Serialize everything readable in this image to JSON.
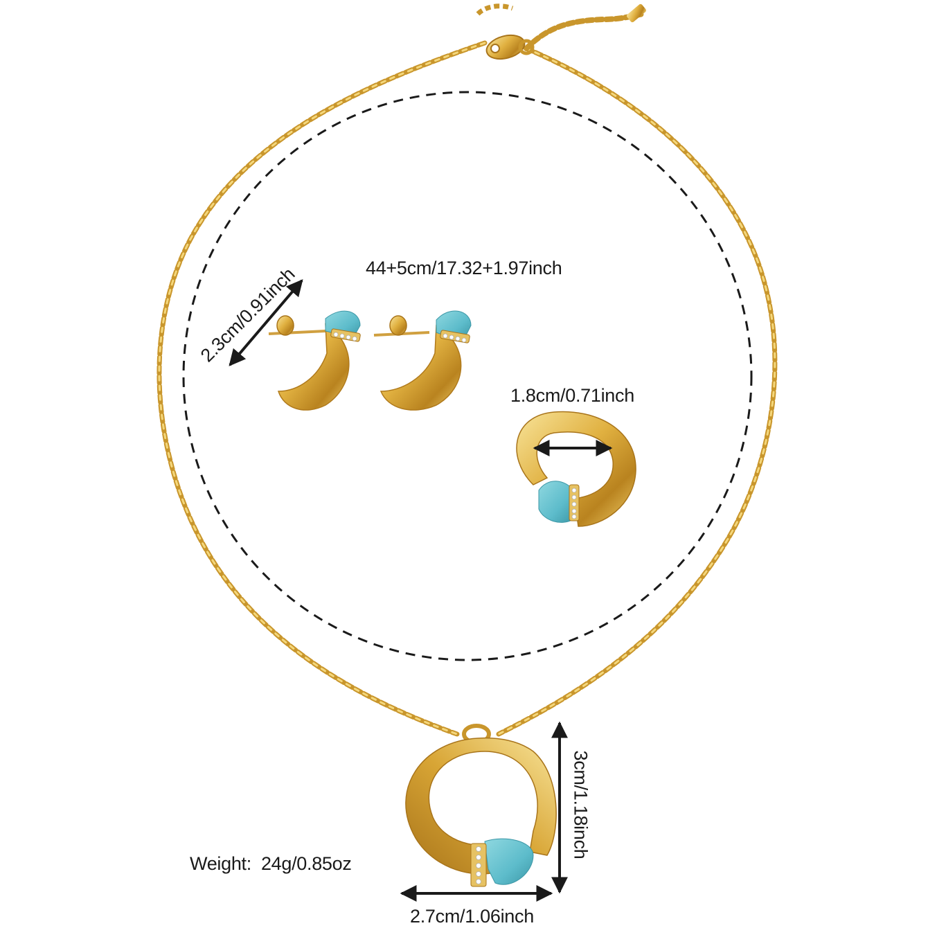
{
  "labels": {
    "chain_length": "44+5cm/17.32+1.97inch",
    "earring_size": "2.3cm/0.91inch",
    "ring_size": "1.8cm/0.71inch",
    "pendant_height": "3cm/1.18inch",
    "pendant_width": "2.7cm/1.06inch",
    "weight_label": "Weight:",
    "weight_value": "24g/0.85oz"
  },
  "colors": {
    "gold_light": "#f6dd8a",
    "gold_mid": "#d9a93a",
    "gold_dark": "#9c6c14",
    "turquoise": "#67c3cf",
    "turquoise_dark": "#3f9aa8",
    "dimension_line": "#1a1a1a",
    "background": "#ffffff"
  }
}
